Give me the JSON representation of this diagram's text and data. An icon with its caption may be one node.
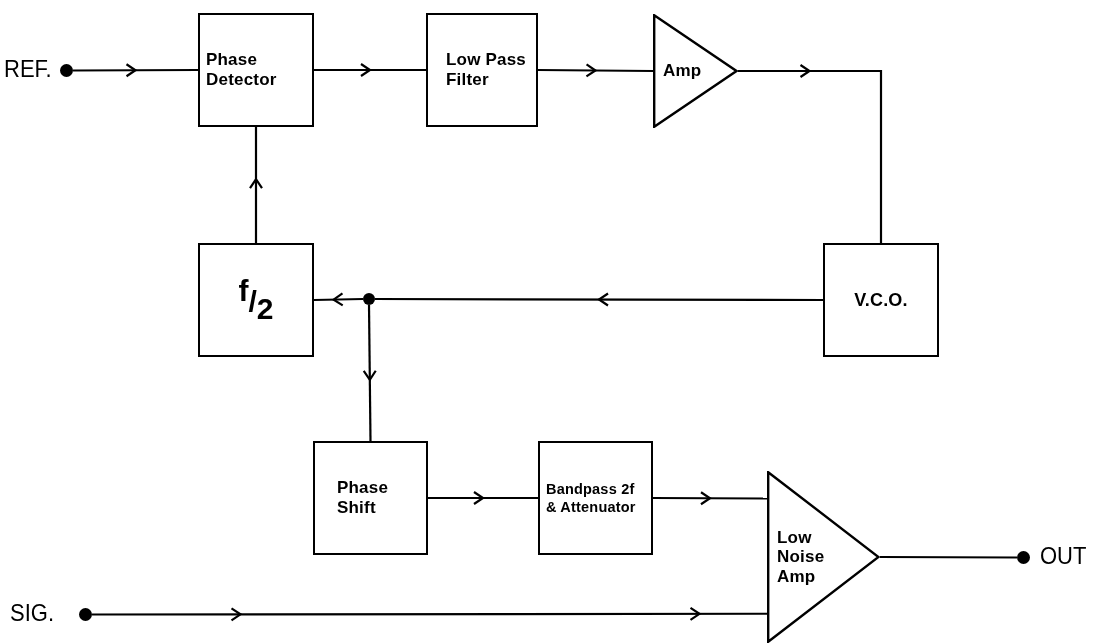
{
  "diagram": {
    "nodes": [
      {
        "text": [],
        "shape": "circle",
        "beside": [
          "REF."
        ]
      },
      {
        "text": [
          "Phase Detector"
        ]
      },
      {
        "text": [
          "Low Pass Filter"
        ]
      },
      {
        "text": [
          "Amp"
        ]
      },
      {
        "text": [
          "V.C.O."
        ]
      },
      {
        "text": [
          "$^{f}$/$_{2}$"
        ]
      },
      {
        "text": [],
        "shape": "circle"
      },
      {
        "text": [
          "Phase Shift"
        ]
      },
      {
        "text": [
          "Bandpass 2f & Attenuator"
        ]
      },
      {
        "text": [
          "Low Noise Amp"
        ]
      },
      {
        "text": [],
        "shape": "circle",
        "beside": [
          "OUT"
        ]
      },
      {
        "text": [],
        "shape": "circle",
        "beside": [
          "SIG."
        ]
      }
    ],
    "edges": [
      {
        "from": 0,
        "to": 1,
        "arrow": "to"
      },
      {
        "from": 1,
        "to": 2,
        "arrow": "to"
      },
      {
        "from": 2,
        "to": 3,
        "arrow": "to"
      },
      {
        "from": 3,
        "to": 4,
        "arrow": "to"
      },
      {
        "from": 4,
        "to": 6,
        "arrow": "to"
      },
      {
        "from": 6,
        "to": 5,
        "arrow": "to"
      },
      {
        "from": 5,
        "to": 1,
        "arrow": "to"
      },
      {
        "from": 6,
        "to": 7,
        "arrow": "to"
      },
      {
        "from": 7,
        "to": 8,
        "arrow": "to"
      },
      {
        "from": 8,
        "to": 9,
        "arrow": "to"
      },
      {
        "from": 9,
        "to": 10,
        "arrow": "none"
      },
      {
        "from": 11,
        "to": 9,
        "arrow": "to"
      }
    ]
  }
}
